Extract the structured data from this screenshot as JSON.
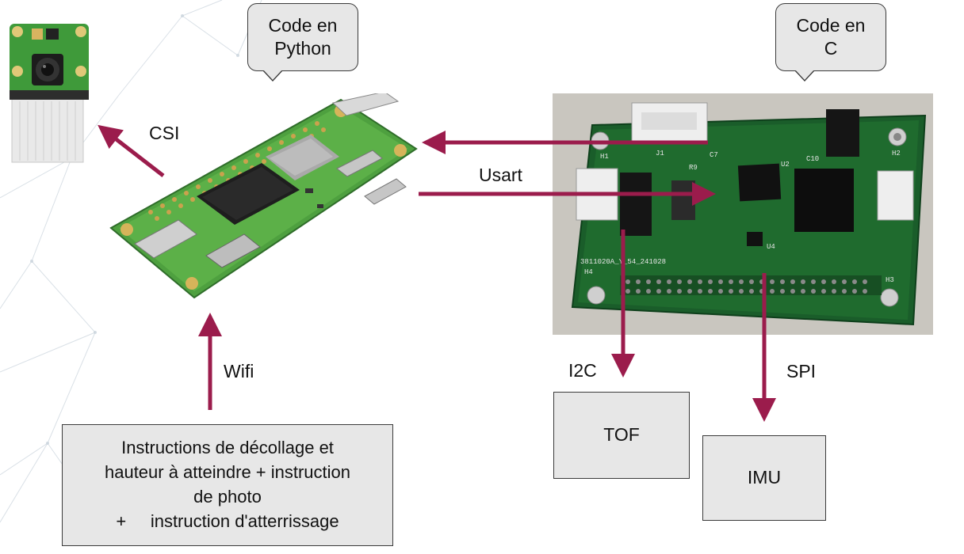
{
  "callouts": {
    "python": {
      "line1": "Code en",
      "line2": "Python"
    },
    "c": {
      "line1": "Code en",
      "line2": "C"
    }
  },
  "links": {
    "csi": "CSI",
    "usart": "Usart",
    "wifi": "Wifi",
    "i2c": "I2C",
    "spi": "SPI"
  },
  "boxes": {
    "tof": "TOF",
    "imu": "IMU",
    "instructions": {
      "line1": "Instructions de décollage et",
      "line2": "hauteur à atteindre + instruction",
      "line3": "de photo",
      "line4": "+     instruction d'atterrissage"
    }
  },
  "board_silkscreen": {
    "j1": "J1",
    "h1": "H1",
    "h2": "H2",
    "h3": "H3",
    "h4": "H4",
    "u2": "U2",
    "u4": "U4",
    "c7": "C7",
    "c10": "C10",
    "r9": "R9",
    "serial": "3811020A_Y_54_241028"
  },
  "colors": {
    "arrow": "#9b1c4c",
    "box_fill": "#e7e7e7",
    "box_border": "#3a3a3a",
    "pcb_green": "#1f6b2e",
    "pi_green": "#3f9a3a"
  }
}
